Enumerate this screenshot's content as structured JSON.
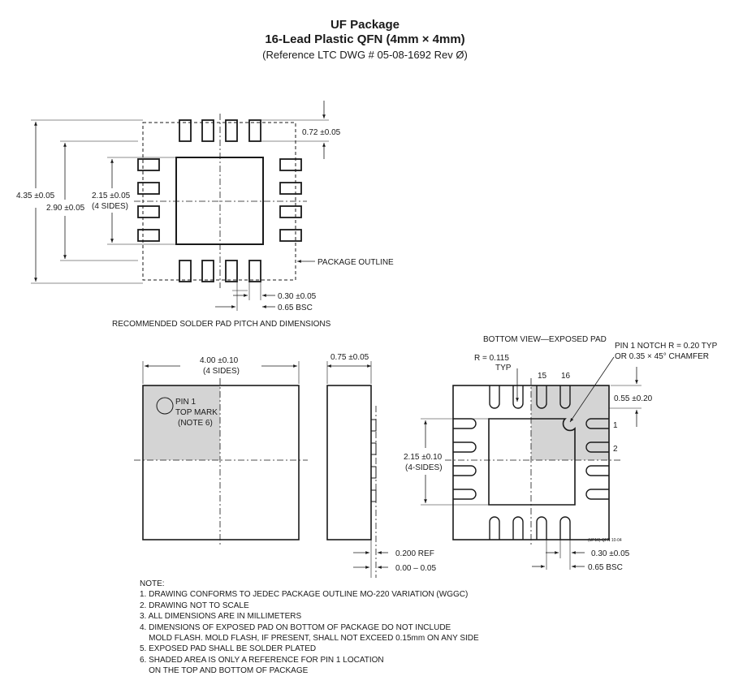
{
  "header": {
    "title": "UF Package",
    "subtitle": "16-Lead Plastic QFN (4mm × 4mm)",
    "reference": "(Reference LTC DWG # 05-08-1692 Rev Ø)"
  },
  "solder_pad_view": {
    "caption": "RECOMMENDED SOLDER PAD PITCH AND DIMENSIONS",
    "dim_outer": "4.35 ±0.05",
    "dim_inner": "2.90 ±0.05",
    "dim_pad_size": "2.15 ±0.05",
    "dim_pad_sides": "(4 SIDES)",
    "dim_lead_length": "0.72 ±0.05",
    "package_outline_label": "PACKAGE OUTLINE",
    "dim_lead_width": "0.30 ±0.05",
    "dim_pitch": "0.65 BSC"
  },
  "top_view": {
    "dim_width": "4.00 ±0.10",
    "dim_sides": "(4 SIDES)",
    "pin1_line1": "PIN 1",
    "pin1_line2": "TOP MARK",
    "pin1_line3": "(NOTE 6)"
  },
  "side_view": {
    "dim_height": "0.75 ±0.05",
    "dim_ref": "0.200 REF",
    "dim_standoff": "0.00 – 0.05"
  },
  "bottom_view": {
    "caption": "BOTTOM VIEW—EXPOSED PAD",
    "notch_line1": "PIN 1 NOTCH R = 0.20 TYP",
    "notch_line2": "OR 0.35 × 45° CHAMFER",
    "radius_line1": "R = 0.115",
    "radius_line2": "TYP",
    "pin15": "15",
    "pin16": "16",
    "pin1": "1",
    "pin2": "2",
    "dim_lead_length": "0.55 ±0.20",
    "dim_pad": "2.15 ±0.10",
    "dim_pad_sides": "(4-SIDES)",
    "dim_lead_width": "0.30 ±0.05",
    "dim_pitch": "0.65 BSC",
    "drawing_id": "(UF16) QFN 10-04"
  },
  "notes": {
    "heading": "NOTE:",
    "items": [
      "1. DRAWING CONFORMS TO JEDEC PACKAGE OUTLINE MO-220 VARIATION (WGGC)",
      "2. DRAWING NOT TO SCALE",
      "3. ALL DIMENSIONS ARE IN MILLIMETERS",
      "4. DIMENSIONS OF EXPOSED PAD ON BOTTOM OF PACKAGE DO NOT INCLUDE",
      "    MOLD FLASH. MOLD FLASH, IF PRESENT, SHALL NOT EXCEED 0.15mm ON ANY SIDE",
      "5. EXPOSED PAD SHALL BE SOLDER PLATED",
      "6. SHADED AREA IS ONLY A REFERENCE FOR PIN 1 LOCATION",
      "    ON THE TOP AND BOTTOM OF PACKAGE"
    ]
  }
}
